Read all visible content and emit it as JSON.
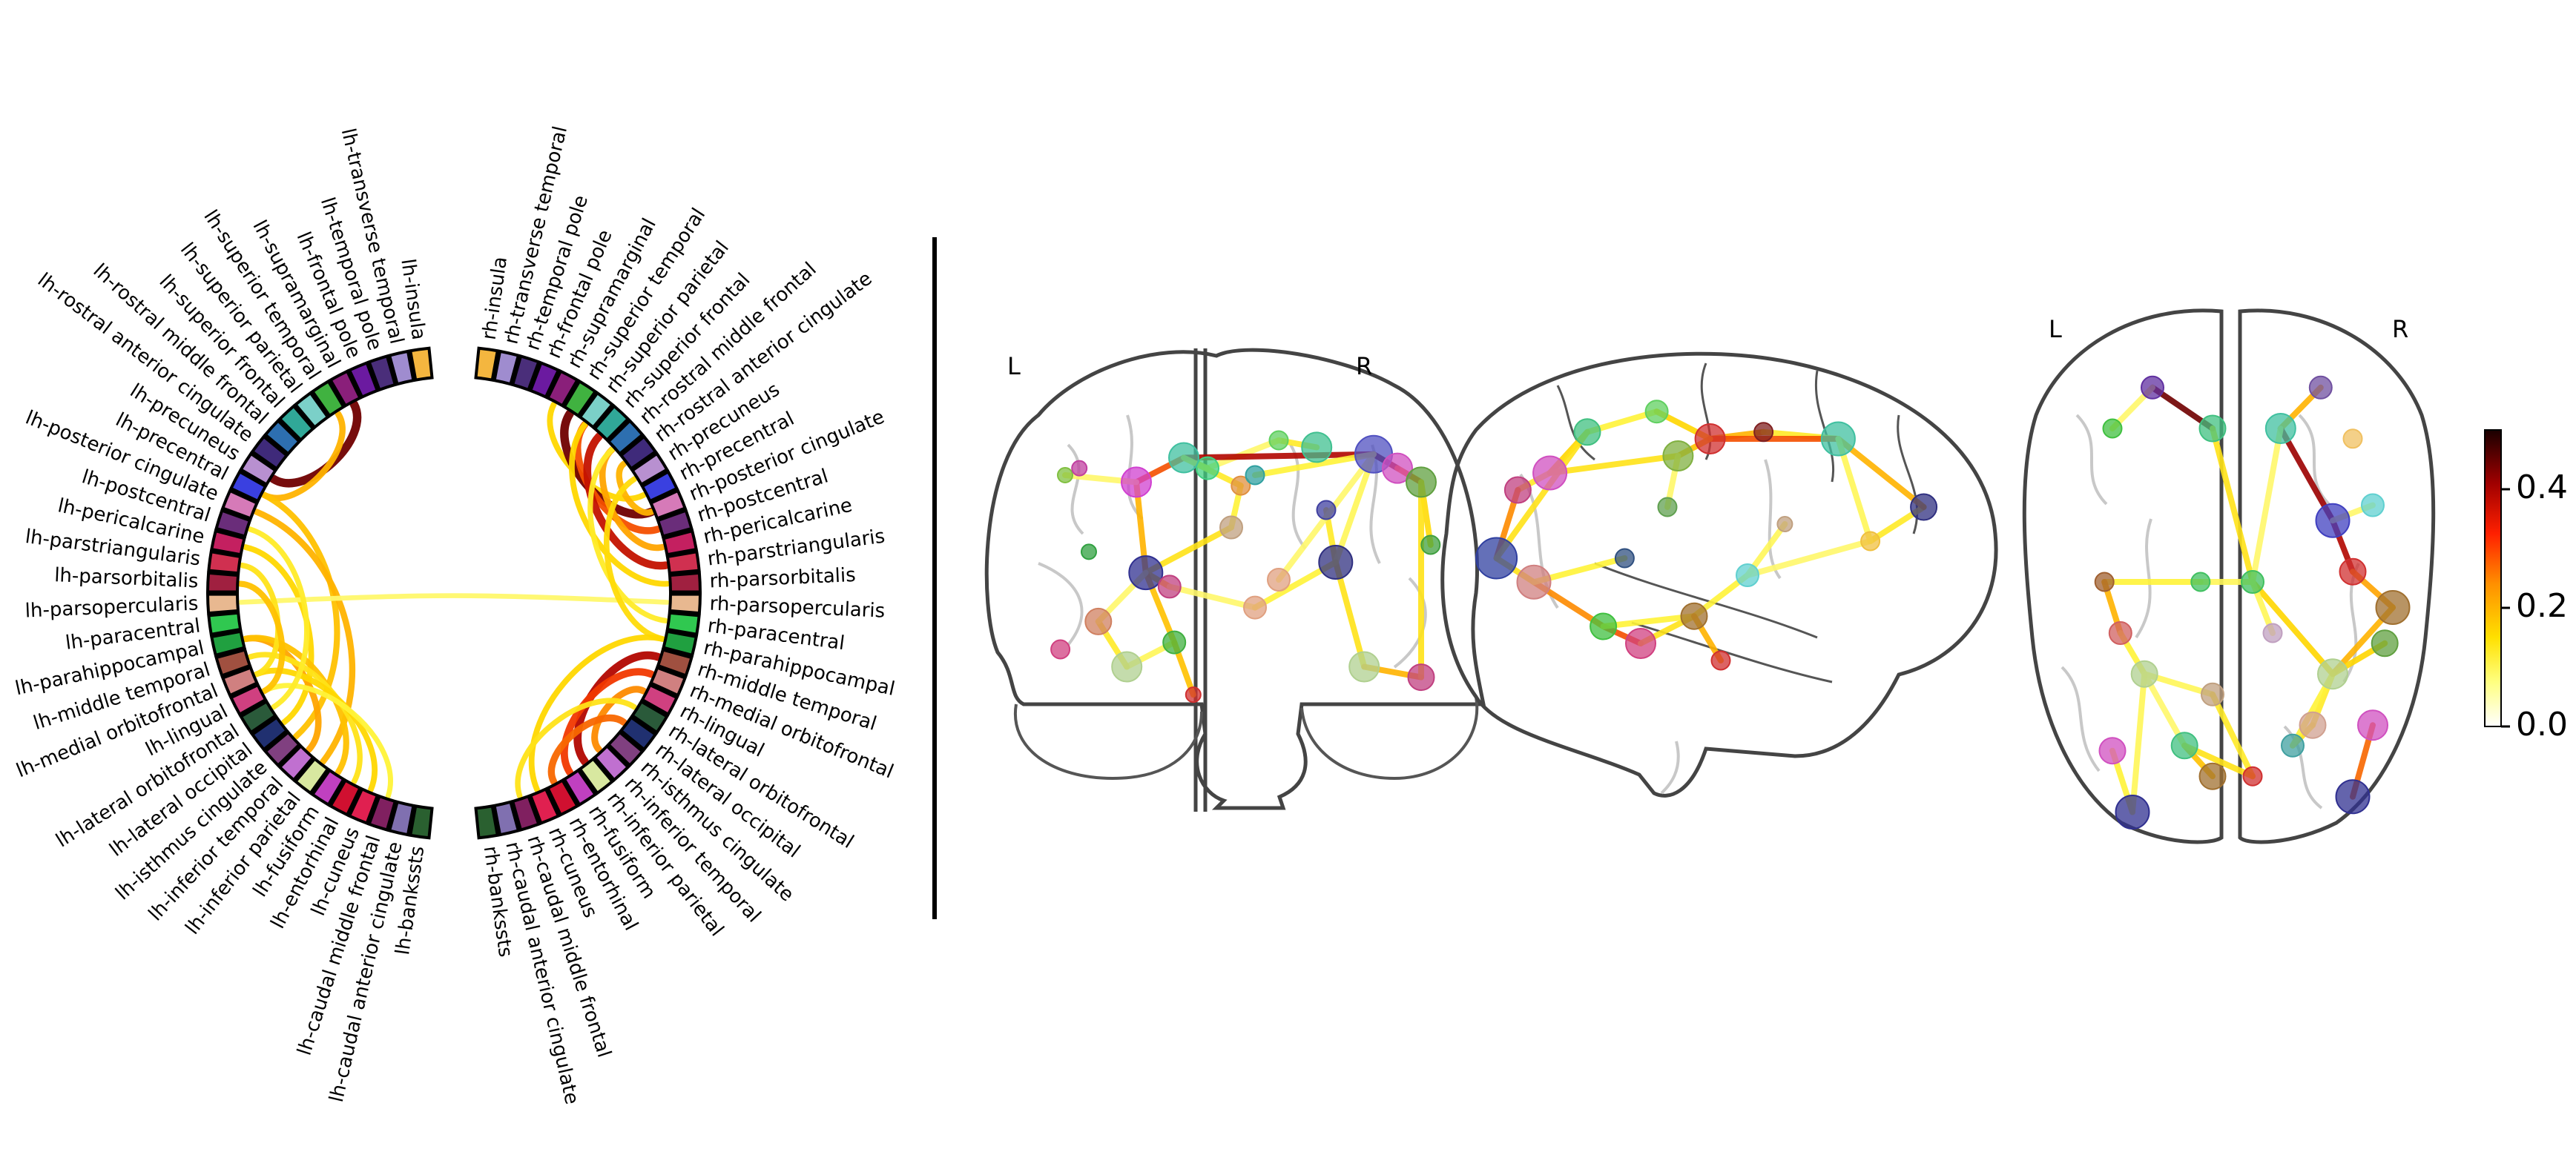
{
  "circle": {
    "lh_labels": [
      "lh-insula",
      "lh-transverse temporal",
      "lh-temporal pole",
      "lh-frontal pole",
      "lh-supramarginal",
      "lh-superior temporal",
      "lh-superior parietal",
      "lh-superior frontal",
      "lh-rostral middle frontal",
      "lh-rostral anterior cingulate",
      "lh-precuneus",
      "lh-precentral",
      "lh-posterior cingulate",
      "lh-postcentral",
      "lh-pericalcarine",
      "lh-parstriangularis",
      "lh-parsorbitalis",
      "lh-parsopercularis",
      "lh-paracentral",
      "lh-parahippocampal",
      "lh-middle temporal",
      "lh-medial orbitofrontal",
      "lh-lingual",
      "lh-lateral orbitofrontal",
      "lh-lateral occipital",
      "lh-isthmus cingulate",
      "lh-inferior temporal",
      "lh-inferior parietal",
      "lh-fusiform",
      "lh-entorhinal",
      "lh-cuneus",
      "lh-caudal middle frontal",
      "lh-caudal anterior cingulate",
      "lh-bankssts"
    ],
    "rh_labels": [
      "rh-insula",
      "rh-transverse temporal",
      "rh-temporal pole",
      "rh-frontal pole",
      "rh-supramarginal",
      "rh-superior temporal",
      "rh-superior parietal",
      "rh-superior frontal",
      "rh-rostral middle frontal",
      "rh-rostral anterior cingulate",
      "rh-precuneus",
      "rh-precentral",
      "rh-posterior cingulate",
      "rh-postcentral",
      "rh-pericalcarine",
      "rh-parstriangularis",
      "rh-parsorbitalis",
      "rh-parsopercularis",
      "rh-paracentral",
      "rh-parahippocampal",
      "rh-middle temporal",
      "rh-medial orbitofrontal",
      "rh-lingual",
      "rh-lateral orbitofrontal",
      "rh-lateral occipital",
      "rh-isthmus cingulate",
      "rh-inferior temporal",
      "rh-inferior parietal",
      "rh-fusiform",
      "rh-entorhinal",
      "rh-cuneus",
      "rh-caudal middle frontal",
      "rh-caudal anterior cingulate",
      "rh-bankssts"
    ],
    "lh_colors": [
      "#f4b63f",
      "#9f8ccf",
      "#4a2e7a",
      "#6b1aa0",
      "#8a1f7a",
      "#40b240",
      "#7bd0c8",
      "#30a898",
      "#2d6fb0",
      "#3f2a7a",
      "#b890d0",
      "#3a40e0",
      "#d67ab8",
      "#6a2d7a",
      "#c42060",
      "#d03050",
      "#a02040",
      "#e8b890",
      "#30c850",
      "#20a040",
      "#a05040",
      "#d08080",
      "#d04080",
      "#2a5a3a",
      "#203070",
      "#804080",
      "#c070d0",
      "#d8e8a0",
      "#c040c0",
      "#d01030",
      "#e02050",
      "#802060",
      "#8070b0",
      "#2a6030"
    ],
    "rh_colors": [
      "#f4b63f",
      "#9f8ccf",
      "#4a2e7a",
      "#6b1aa0",
      "#8a1f7a",
      "#40b240",
      "#7bd0c8",
      "#30a898",
      "#2d6fb0",
      "#3f2a7a",
      "#b890d0",
      "#3a40e0",
      "#d67ab8",
      "#6a2d7a",
      "#c42060",
      "#d03050",
      "#a02040",
      "#e8b890",
      "#30c850",
      "#20a040",
      "#a05040",
      "#d08080",
      "#d04080",
      "#2a5a3a",
      "#203070",
      "#804080",
      "#c070d0",
      "#d8e8a0",
      "#c040c0",
      "#d01030",
      "#e02050",
      "#802060",
      "#8070b0",
      "#2a6030"
    ],
    "connections": [
      {
        "a": "L4",
        "b": "L10",
        "w": 0.45
      },
      {
        "a": "L5",
        "b": "L11",
        "w": 0.2
      },
      {
        "a": "L11",
        "b": "L25",
        "w": 0.18
      },
      {
        "a": "L12",
        "b": "L27",
        "w": 0.2
      },
      {
        "a": "L14",
        "b": "L24",
        "w": 0.15
      },
      {
        "a": "L17",
        "b": "R17",
        "w": 0.05
      },
      {
        "a": "L19",
        "b": "L26",
        "w": 0.22
      },
      {
        "a": "L19",
        "b": "L28",
        "w": 0.18
      },
      {
        "a": "L20",
        "b": "L29",
        "w": 0.12
      },
      {
        "a": "L21",
        "b": "L30",
        "w": 0.15
      },
      {
        "a": "L22",
        "b": "L31",
        "w": 0.08
      },
      {
        "a": "L13",
        "b": "L23",
        "w": 0.1
      },
      {
        "a": "L15",
        "b": "L21",
        "w": 0.12
      },
      {
        "a": "L16",
        "b": "L22",
        "w": 0.18
      },
      {
        "a": "R4",
        "b": "R11",
        "w": 0.15
      },
      {
        "a": "R5",
        "b": "R12",
        "w": 0.45
      },
      {
        "a": "R6",
        "b": "R13",
        "w": 0.3
      },
      {
        "a": "R6",
        "b": "R16",
        "w": 0.15
      },
      {
        "a": "R7",
        "b": "R15",
        "w": 0.38
      },
      {
        "a": "R8",
        "b": "R14",
        "w": 0.22
      },
      {
        "a": "R9",
        "b": "R12",
        "w": 0.2
      },
      {
        "a": "R8",
        "b": "R18",
        "w": 0.1
      },
      {
        "a": "R10",
        "b": "R19",
        "w": 0.14
      },
      {
        "a": "R20",
        "b": "R27",
        "w": 0.4
      },
      {
        "a": "R21",
        "b": "R28",
        "w": 0.32
      },
      {
        "a": "R22",
        "b": "R26",
        "w": 0.25
      },
      {
        "a": "R19",
        "b": "R30",
        "w": 0.15
      },
      {
        "a": "R23",
        "b": "R31",
        "w": 0.12
      },
      {
        "a": "R24",
        "b": "R29",
        "w": 0.28
      }
    ]
  },
  "glass_brain": {
    "left_letter": "L",
    "right_letter": "R",
    "views": [
      {
        "name": "coronal",
        "nodes": [
          [
            0.68,
            0.22,
            "#40c090",
            16
          ],
          [
            0.6,
            0.2,
            "#60d060",
            10
          ],
          [
            0.45,
            0.28,
            "#40d080",
            12
          ],
          [
            0.4,
            0.25,
            "#40c0a0",
            16
          ],
          [
            0.3,
            0.32,
            "#d040d0",
            16
          ],
          [
            0.32,
            0.58,
            "#303090",
            18
          ],
          [
            0.37,
            0.62,
            "#c04080",
            12
          ],
          [
            0.5,
            0.45,
            "#c0a080",
            12
          ],
          [
            0.52,
            0.33,
            "#e09040",
            10
          ],
          [
            0.38,
            0.78,
            "#40b040",
            12
          ],
          [
            0.28,
            0.85,
            "#b0d090",
            16
          ],
          [
            0.22,
            0.72,
            "#d08060",
            14
          ],
          [
            0.55,
            0.68,
            "#e0a080",
            12
          ],
          [
            0.7,
            0.4,
            "#4040a0",
            10
          ],
          [
            0.72,
            0.55,
            "#303080",
            18
          ],
          [
            0.8,
            0.24,
            "#5050c0",
            20
          ],
          [
            0.85,
            0.28,
            "#d050c0",
            16
          ],
          [
            0.9,
            0.32,
            "#60a040",
            16
          ],
          [
            0.78,
            0.85,
            "#b0d090",
            16
          ],
          [
            0.9,
            0.88,
            "#c04080",
            14
          ],
          [
            0.6,
            0.6,
            "#e0a080",
            12
          ],
          [
            0.92,
            0.5,
            "#40a040",
            10
          ],
          [
            0.15,
            0.3,
            "#80c040",
            8
          ],
          [
            0.18,
            0.28,
            "#c040a0",
            8
          ],
          [
            0.2,
            0.52,
            "#30a040",
            8
          ],
          [
            0.14,
            0.8,
            "#d04080",
            10
          ],
          [
            0.55,
            0.3,
            "#30a0a0",
            10
          ],
          [
            0.42,
            0.93,
            "#d03030",
            8
          ]
        ],
        "edges": [
          [
            0,
            1,
            0.1
          ],
          [
            1,
            2,
            0.05
          ],
          [
            2,
            3,
            0.12
          ],
          [
            3,
            4,
            0.3
          ],
          [
            4,
            5,
            0.2
          ],
          [
            5,
            6,
            0.15
          ],
          [
            5,
            7,
            0.12
          ],
          [
            7,
            8,
            0.08
          ],
          [
            5,
            9,
            0.18
          ],
          [
            9,
            10,
            0.06
          ],
          [
            10,
            11,
            0.1
          ],
          [
            6,
            12,
            0.05
          ],
          [
            13,
            14,
            0.1
          ],
          [
            14,
            15,
            0.06
          ],
          [
            15,
            16,
            0.45
          ],
          [
            16,
            17,
            0.3
          ],
          [
            14,
            18,
            0.12
          ],
          [
            18,
            19,
            0.2
          ],
          [
            15,
            20,
            0.05
          ],
          [
            17,
            21,
            0.14
          ],
          [
            3,
            15,
            0.4
          ],
          [
            12,
            14,
            0.08
          ],
          [
            3,
            8,
            0.1
          ],
          [
            11,
            5,
            0.05
          ],
          [
            22,
            4,
            0.05
          ],
          [
            26,
            15,
            0.08
          ],
          [
            19,
            17,
            0.12
          ],
          [
            9,
            27,
            0.18
          ]
        ]
      },
      {
        "name": "sagittal",
        "nodes": [
          [
            0.25,
            0.18,
            "#40c080",
            14
          ],
          [
            0.38,
            0.12,
            "#60d060",
            12
          ],
          [
            0.42,
            0.25,
            "#80b040",
            16
          ],
          [
            0.48,
            0.2,
            "#d03030",
            16
          ],
          [
            0.58,
            0.18,
            "#802020",
            10
          ],
          [
            0.72,
            0.2,
            "#40c0a0",
            18
          ],
          [
            0.18,
            0.3,
            "#d050c0",
            18
          ],
          [
            0.12,
            0.35,
            "#c04080",
            14
          ],
          [
            0.08,
            0.55,
            "#3040a0",
            22
          ],
          [
            0.15,
            0.62,
            "#d08080",
            18
          ],
          [
            0.28,
            0.75,
            "#40c040",
            14
          ],
          [
            0.35,
            0.8,
            "#d04080",
            16
          ],
          [
            0.45,
            0.72,
            "#a07030",
            14
          ],
          [
            0.55,
            0.6,
            "#60d0d0",
            12
          ],
          [
            0.78,
            0.5,
            "#f0c040",
            10
          ],
          [
            0.88,
            0.4,
            "#303080",
            14
          ],
          [
            0.4,
            0.4,
            "#60a050",
            10
          ],
          [
            0.62,
            0.45,
            "#c0a080",
            8
          ],
          [
            0.5,
            0.85,
            "#d03030",
            10
          ],
          [
            0.32,
            0.55,
            "#305080",
            10
          ]
        ],
        "edges": [
          [
            0,
            1,
            0.08
          ],
          [
            1,
            3,
            0.15
          ],
          [
            3,
            4,
            0.2
          ],
          [
            4,
            5,
            0.1
          ],
          [
            3,
            5,
            0.3
          ],
          [
            0,
            6,
            0.15
          ],
          [
            6,
            7,
            0.1
          ],
          [
            7,
            8,
            0.25
          ],
          [
            8,
            9,
            0.12
          ],
          [
            9,
            10,
            0.25
          ],
          [
            10,
            11,
            0.3
          ],
          [
            11,
            12,
            0.12
          ],
          [
            12,
            13,
            0.08
          ],
          [
            13,
            14,
            0.05
          ],
          [
            14,
            15,
            0.1
          ],
          [
            2,
            6,
            0.12
          ],
          [
            2,
            3,
            0.18
          ],
          [
            5,
            15,
            0.2
          ],
          [
            10,
            12,
            0.08
          ],
          [
            16,
            2,
            0.05
          ],
          [
            17,
            13,
            0.06
          ],
          [
            12,
            18,
            0.2
          ],
          [
            19,
            9,
            0.08
          ],
          [
            0,
            8,
            0.12
          ],
          [
            5,
            14,
            0.06
          ]
        ]
      },
      {
        "name": "axial",
        "nodes": [
          [
            0.3,
            0.12,
            "#6030a0",
            12
          ],
          [
            0.72,
            0.12,
            "#7050a0",
            12
          ],
          [
            0.2,
            0.2,
            "#40c040",
            10
          ],
          [
            0.45,
            0.2,
            "#40c080",
            14
          ],
          [
            0.62,
            0.2,
            "#40c0a0",
            16
          ],
          [
            0.8,
            0.22,
            "#f0c060",
            10
          ],
          [
            0.75,
            0.38,
            "#4040c0",
            18
          ],
          [
            0.85,
            0.35,
            "#60d0d0",
            12
          ],
          [
            0.8,
            0.48,
            "#d03030",
            14
          ],
          [
            0.9,
            0.55,
            "#a07030",
            18
          ],
          [
            0.88,
            0.62,
            "#60a040",
            14
          ],
          [
            0.55,
            0.5,
            "#40c060",
            12
          ],
          [
            0.42,
            0.5,
            "#40c060",
            10
          ],
          [
            0.18,
            0.5,
            "#a06030",
            10
          ],
          [
            0.22,
            0.6,
            "#d06060",
            12
          ],
          [
            0.28,
            0.68,
            "#b0d090",
            14
          ],
          [
            0.45,
            0.72,
            "#c0a080",
            12
          ],
          [
            0.75,
            0.68,
            "#b0d090",
            16
          ],
          [
            0.7,
            0.78,
            "#d0a090",
            14
          ],
          [
            0.85,
            0.78,
            "#d050c0",
            16
          ],
          [
            0.2,
            0.83,
            "#d050c0",
            14
          ],
          [
            0.38,
            0.82,
            "#40c080",
            14
          ],
          [
            0.45,
            0.88,
            "#a07030",
            14
          ],
          [
            0.25,
            0.95,
            "#303090",
            18
          ],
          [
            0.65,
            0.82,
            "#40a0a0",
            12
          ],
          [
            0.8,
            0.92,
            "#303090",
            18
          ],
          [
            0.55,
            0.88,
            "#d03030",
            10
          ],
          [
            0.6,
            0.6,
            "#c0a0c0",
            10
          ]
        ],
        "edges": [
          [
            0,
            3,
            0.45
          ],
          [
            1,
            4,
            0.2
          ],
          [
            4,
            6,
            0.42
          ],
          [
            6,
            8,
            0.4
          ],
          [
            8,
            9,
            0.22
          ],
          [
            6,
            7,
            0.05
          ],
          [
            3,
            11,
            0.12
          ],
          [
            11,
            12,
            0.06
          ],
          [
            12,
            13,
            0.08
          ],
          [
            13,
            14,
            0.2
          ],
          [
            14,
            15,
            0.08
          ],
          [
            15,
            16,
            0.06
          ],
          [
            15,
            21,
            0.05
          ],
          [
            21,
            22,
            0.18
          ],
          [
            20,
            23,
            0.08
          ],
          [
            23,
            15,
            0.06
          ],
          [
            17,
            18,
            0.1
          ],
          [
            18,
            24,
            0.12
          ],
          [
            19,
            25,
            0.28
          ],
          [
            17,
            9,
            0.2
          ],
          [
            11,
            17,
            0.15
          ],
          [
            16,
            26,
            0.1
          ],
          [
            0,
            2,
            0.05
          ],
          [
            24,
            17,
            0.08
          ],
          [
            21,
            26,
            0.12
          ],
          [
            4,
            11,
            0.05
          ],
          [
            10,
            17,
            0.15
          ],
          [
            27,
            11,
            0.06
          ]
        ]
      }
    ]
  },
  "colorbar": {
    "ticks": [
      "0.0",
      "0.2",
      "0.4"
    ],
    "min": 0.0,
    "max": 0.5
  }
}
